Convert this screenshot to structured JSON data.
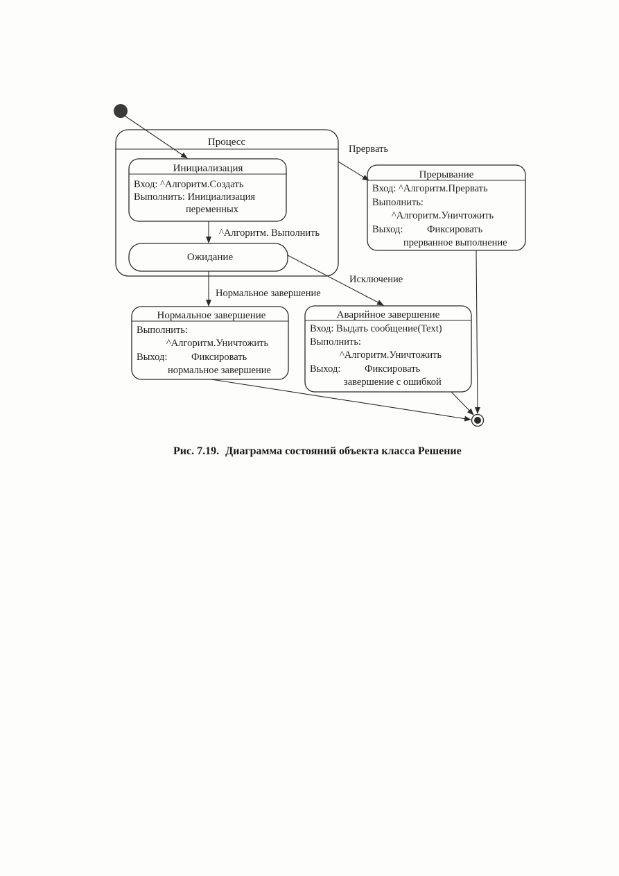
{
  "states": {
    "process": {
      "title": "Процесс"
    },
    "init": {
      "title": "Инициализация",
      "lines": [
        "Вход: ^Алгоритм.Создать",
        "Выполнить: Инициализация",
        "переменных"
      ]
    },
    "wait": {
      "title": "Ожидание"
    },
    "interrupt": {
      "title": "Прерывание",
      "lines": [
        "Вход: ^Алгоритм.Прервать",
        "Выполнить:",
        "^Алгоритм.Уничтожить",
        "Выход:",
        "Фиксировать",
        "прерванное выполнение"
      ]
    },
    "normal": {
      "title": "Нормальное завершение",
      "lines": [
        "Выполнить:",
        "^Алгоритм.Уничтожить",
        "Выход:",
        "Фиксировать",
        "нормальное завершение"
      ]
    },
    "emergency": {
      "title": "Аварийное завершение",
      "lines": [
        "Вход: Выдать сообщение(Text)",
        "Выполнить:",
        "^Алгоритм.Уничтожить",
        "Выход:",
        "Фиксировать",
        "завершение с ошибкой"
      ]
    }
  },
  "transitions": {
    "interrupt": "Прервать",
    "execute": "^Алгоритм. Выполнить",
    "normal_end": "Нормальное завершение",
    "exception": "Исключение"
  },
  "caption": {
    "label": "Рис. 7.19.",
    "text": "Диаграмма состояний объекта класса Решение"
  }
}
